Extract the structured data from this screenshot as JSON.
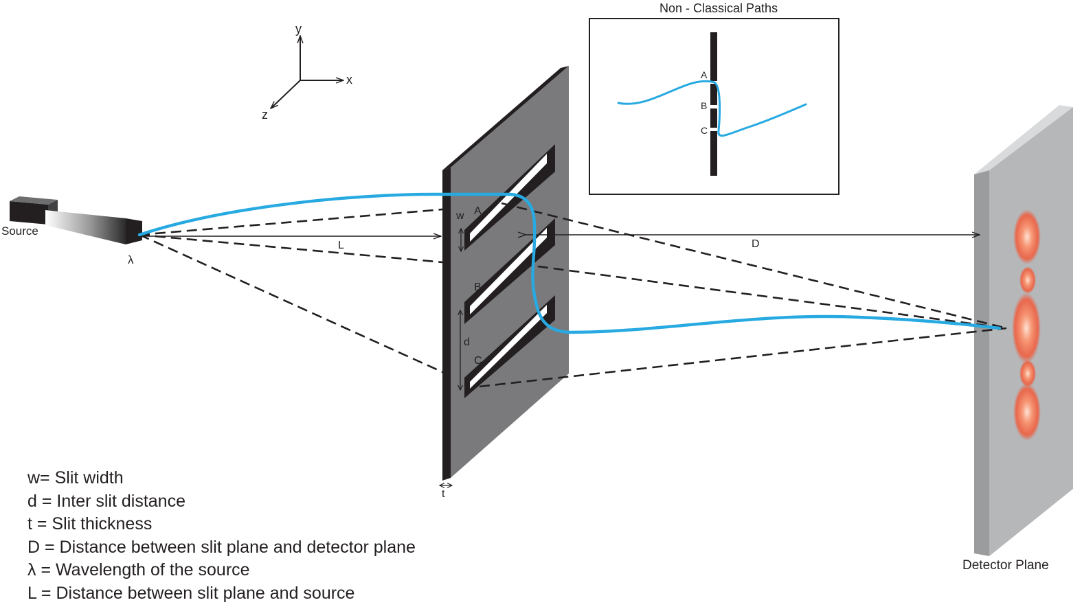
{
  "colors": {
    "path_blue": "#27a9e1",
    "slit_face": "#7a7a7c",
    "slit_edge": "#231f20",
    "detector_face": "#a9abad",
    "detector_edge": "#d9dadb",
    "fringe": "#f15a3a"
  },
  "axes_labels": {
    "x": "x",
    "y": "y",
    "z": "z"
  },
  "labels": {
    "source": "Source",
    "lambda": "λ",
    "L": "L",
    "D": "D",
    "w": "w",
    "d": "d",
    "t": "t",
    "slit_A": "A",
    "slit_B": "B",
    "slit_C": "C",
    "detector": "Detector Plane"
  },
  "inset": {
    "title": "Non - Classical Paths",
    "A": "A",
    "B": "B",
    "C": "C"
  },
  "legend": [
    "w= Slit width",
    "d = Inter slit distance",
    "t = Slit thickness",
    "D = Distance between slit plane and detector plane",
    "λ = Wavelength of the source",
    "L = Distance between slit plane and source"
  ]
}
